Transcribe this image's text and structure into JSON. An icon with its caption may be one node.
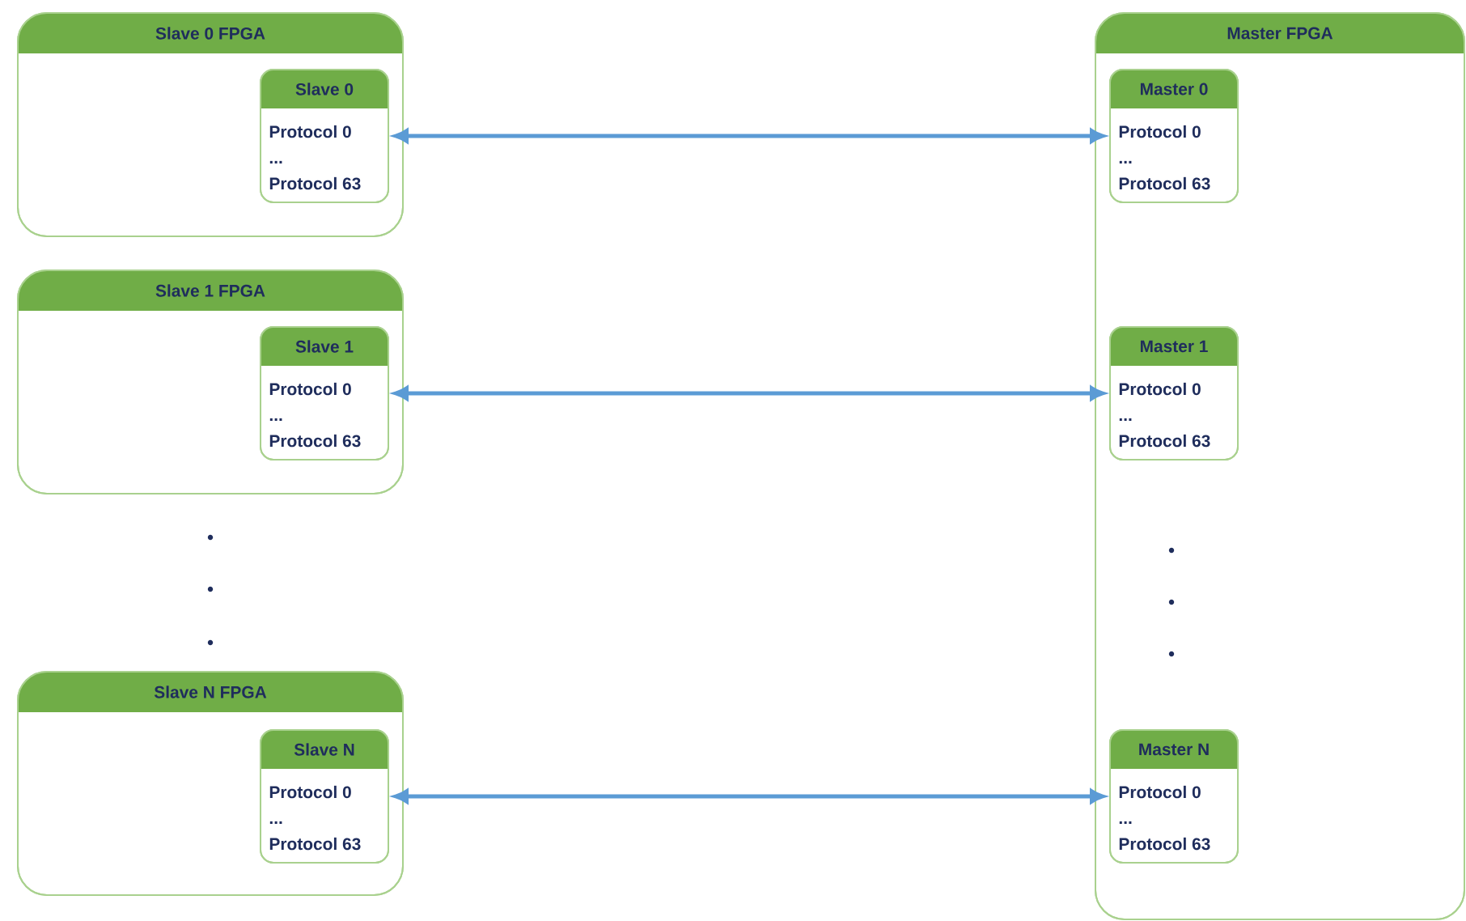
{
  "diagram": {
    "nodes": [
      {
        "text": [
          "Slave 0 FPGA"
        ]
      },
      {
        "text": [
          "Slave 0",
          "Protocol 0",
          "...",
          "Protocol 63"
        ],
        "in": 0
      },
      {
        "text": [
          "Slave 1 FPGA"
        ]
      },
      {
        "text": [
          "Slave 1",
          "Protocol 0",
          "...",
          "Protocol 63"
        ],
        "in": 2
      },
      {
        "text": [
          "Slave N FPGA"
        ]
      },
      {
        "text": [
          "Slave N",
          "Protocol 0",
          "...",
          "Protocol 63"
        ],
        "in": 4
      },
      {
        "text": [
          "Master FPGA"
        ]
      },
      {
        "text": [
          "Master 0",
          "Protocol 0",
          "...",
          "Protocol 63"
        ],
        "in": 6
      },
      {
        "text": [
          "Master 1",
          "Protocol 0",
          "...",
          "Protocol 63"
        ],
        "in": 6
      },
      {
        "text": [
          "Master N",
          "Protocol 0",
          "...",
          "Protocol 63"
        ],
        "in": 6
      }
    ],
    "edges": [
      {
        "from": 1,
        "to": 7,
        "arrow": "both"
      },
      {
        "from": 3,
        "to": 8,
        "arrow": "both"
      },
      {
        "from": 5,
        "to": 9,
        "arrow": "both"
      }
    ]
  }
}
